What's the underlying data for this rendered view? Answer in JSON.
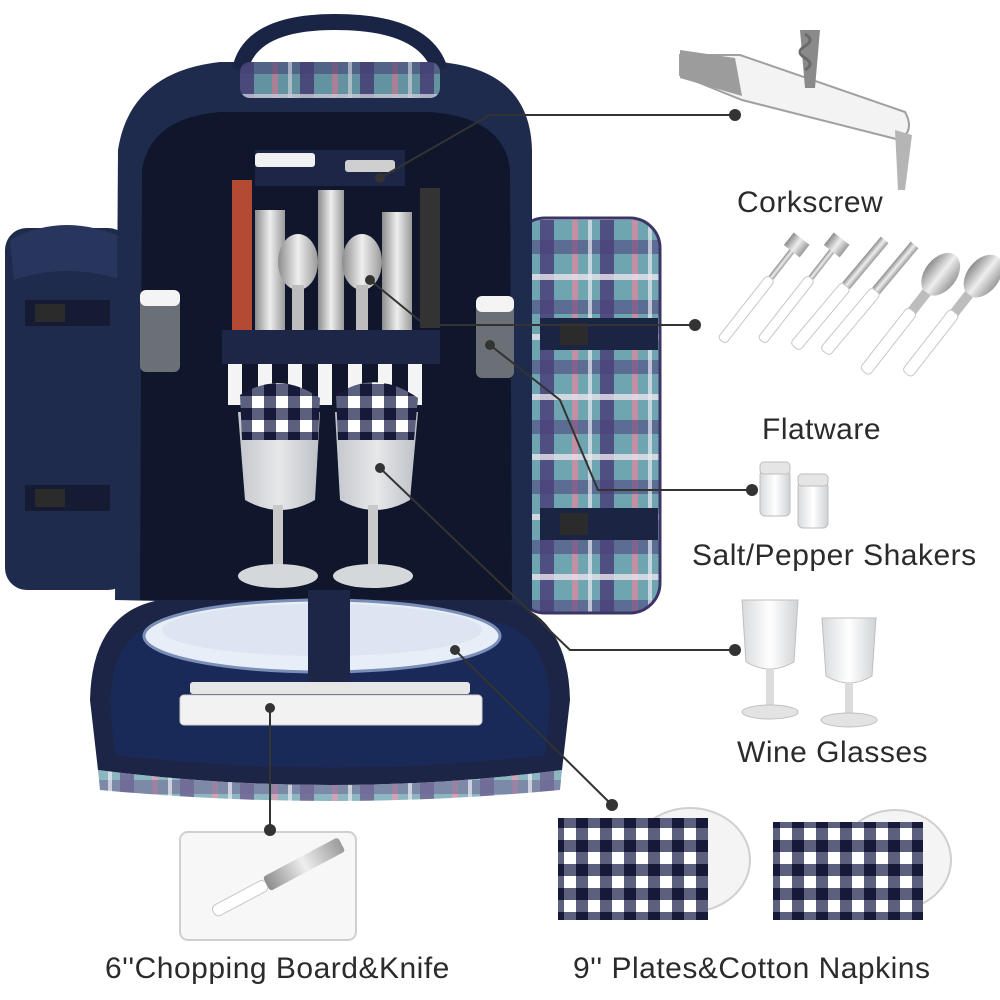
{
  "labels": {
    "corkscrew": "Corkscrew",
    "flatware": "Flatware",
    "shakers": "Salt/Pepper Shakers",
    "glasses": "Wine Glasses",
    "board": "6''Chopping Board&Knife",
    "plates": "9'' Plates&Cotton Napkins"
  },
  "colors": {
    "backpack_navy": "#1f2b4d",
    "backpack_dark": "#141b33",
    "plaid_teal": "#6fa5b0",
    "plaid_purple": "#4a3f7a",
    "plaid_pink": "#d88aa0",
    "leader_line": "#333333",
    "text": "#2b2b2b"
  }
}
